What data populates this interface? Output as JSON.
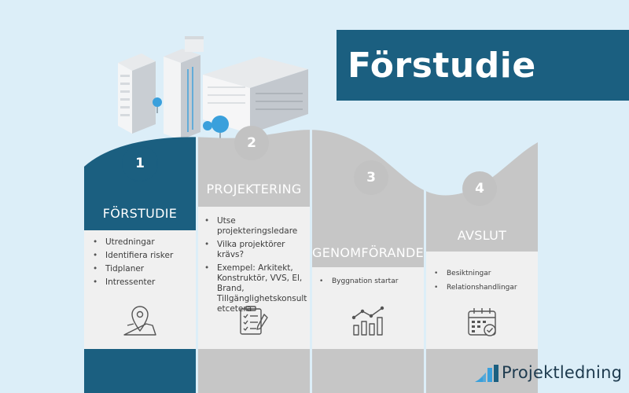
{
  "title": "Förstudie",
  "stages": [
    {
      "number": "1",
      "label": "FÖRSTUDIE",
      "items": [
        "Utredningar",
        "Identifiera risker",
        "Tidplaner",
        "Intressenter"
      ],
      "icon": "map-pin-icon"
    },
    {
      "number": "2",
      "label": "PROJEKTERING",
      "items": [
        "Utse projekteringsledare",
        "Vilka projektörer krävs?",
        "Exempel: Arkitekt, Konstruktör, VVS, El, Brand, Tillgänglighetskonsult etcetera"
      ],
      "icon": "checklist-icon"
    },
    {
      "number": "3",
      "label": "GENOMFÖRANDE",
      "items": [
        "Byggnation startar"
      ],
      "icon": "growth-chart-icon"
    },
    {
      "number": "4",
      "label": "AVSLUT",
      "items": [
        "Besiktningar",
        "Relationshandlingar"
      ],
      "icon": "calendar-check-icon"
    }
  ],
  "logo": {
    "text": "Projektledning"
  },
  "colors": {
    "background": "#dceef8",
    "active": "#1b5f80",
    "inactive": "#c6c6c6",
    "circle_active": "#1b5f80",
    "circle_inactive": "#c2c2c2",
    "panel": "#f0f0f0",
    "accent": "#3aa0dc"
  }
}
